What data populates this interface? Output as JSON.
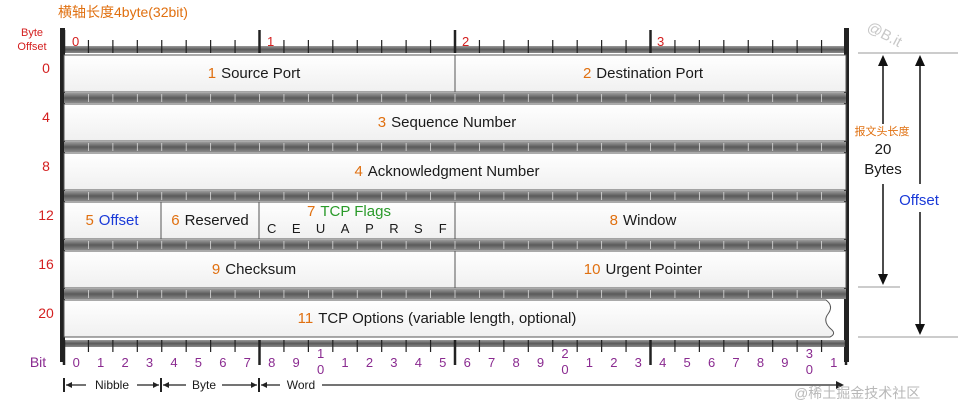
{
  "top_title": "横轴长度4byte(32bit)",
  "byte_offset_label": [
    "Byte",
    "Offset"
  ],
  "byte_column_numbers": [
    "0",
    "1",
    "2",
    "3"
  ],
  "row_offsets": [
    "0",
    "4",
    "8",
    "12",
    "16",
    "20"
  ],
  "fields": {
    "source_port": {
      "num": "1",
      "label": "Source Port"
    },
    "destination_port": {
      "num": "2",
      "label": "Destination Port"
    },
    "sequence_number": {
      "num": "3",
      "label": "Sequence Number"
    },
    "acknowledgment_number": {
      "num": "4",
      "label": "Acknowledgment Number"
    },
    "offset": {
      "num": "5",
      "label": "Offset"
    },
    "reserved": {
      "num": "6",
      "label": "Reserved"
    },
    "tcp_flags": {
      "num": "7",
      "label": "TCP Flags",
      "letters": [
        "C",
        "E",
        "U",
        "A",
        "P",
        "R",
        "S",
        "F"
      ]
    },
    "window": {
      "num": "8",
      "label": "Window"
    },
    "checksum": {
      "num": "9",
      "label": "Checksum"
    },
    "urgent_pointer": {
      "num": "10",
      "label": "Urgent Pointer"
    },
    "tcp_options": {
      "num": "11",
      "label": "TCP Options (variable length, optional)"
    }
  },
  "right_annotations": {
    "watermark_top": "@B.it",
    "header_length_cn": "报文头长度",
    "twenty": "20",
    "bytes": "Bytes",
    "offset": "Offset"
  },
  "bit_ruler": {
    "label": "Bit",
    "numbers": [
      "0",
      "1",
      "2",
      "3",
      "4",
      "5",
      "6",
      "7",
      "8",
      "9",
      "1\n0",
      "1",
      "2",
      "3",
      "4",
      "5",
      "6",
      "7",
      "8",
      "9",
      "2\n0",
      "1",
      "2",
      "3",
      "4",
      "5",
      "6",
      "7",
      "8",
      "9",
      "3\n0",
      "1"
    ]
  },
  "legend": {
    "nibble": "Nibble",
    "byte": "Byte",
    "word": "Word"
  },
  "watermark_bottom": "@稀土掘金技术社区",
  "colors": {
    "orange": "#e07010",
    "red": "#d42020",
    "blue": "#1a3ad8",
    "green": "#2a9a2a",
    "purple": "#8a2a90",
    "dark": "#1a1a1a"
  }
}
